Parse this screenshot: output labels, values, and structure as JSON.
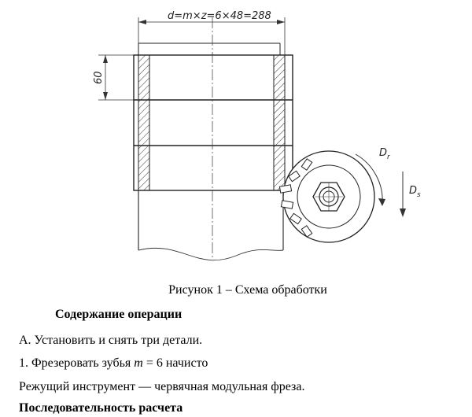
{
  "drawing": {
    "dim_diameter": "d=m×z=6×48=288",
    "dim_height": "60",
    "label_rotation": "D",
    "label_rotation_sub": "r",
    "label_feed": "D",
    "label_feed_sub": "s"
  },
  "caption": "Рисунок 1 – Схема обработки",
  "heading": "Содержание операции",
  "line_a": "А. Установить и снять три детали.",
  "line_1": {
    "prefix": "1. Фрезеровать зубья ",
    "var": "m",
    "suffix": " = 6 начисто"
  },
  "line_tool": "Режущий инструмент — червячная модульная фреза.",
  "section_heading": "Последовательность расчета"
}
